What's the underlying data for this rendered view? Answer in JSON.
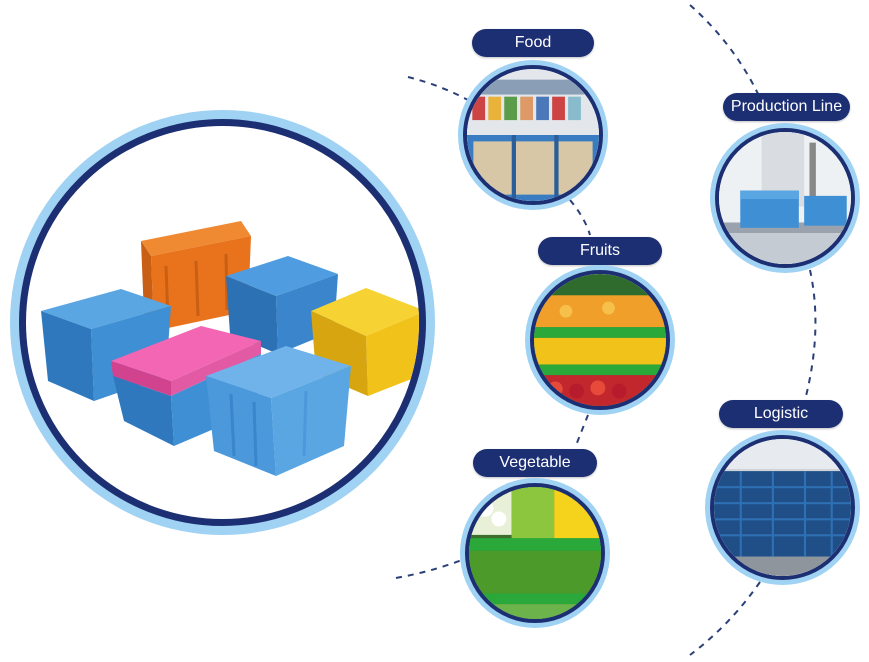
{
  "categories": [
    {
      "label": "Food",
      "image_icon": "supermarket-food-crates-icon"
    },
    {
      "label": "Production Line",
      "image_icon": "conveyor-crate-icon"
    },
    {
      "label": "Fruits",
      "image_icon": "fruit-display-icon"
    },
    {
      "label": "Logistic",
      "image_icon": "warehouse-stack-icon"
    },
    {
      "label": "Vegetable",
      "image_icon": "vegetable-shelf-icon"
    }
  ],
  "colors": {
    "navy": "#1d2f73",
    "ring_light_blue": "#9fd2f3",
    "crate_blue": "#3e8fd4",
    "crate_orange": "#e8731c",
    "crate_yellow": "#f1c21a",
    "crate_pink": "#ee4fa6"
  }
}
